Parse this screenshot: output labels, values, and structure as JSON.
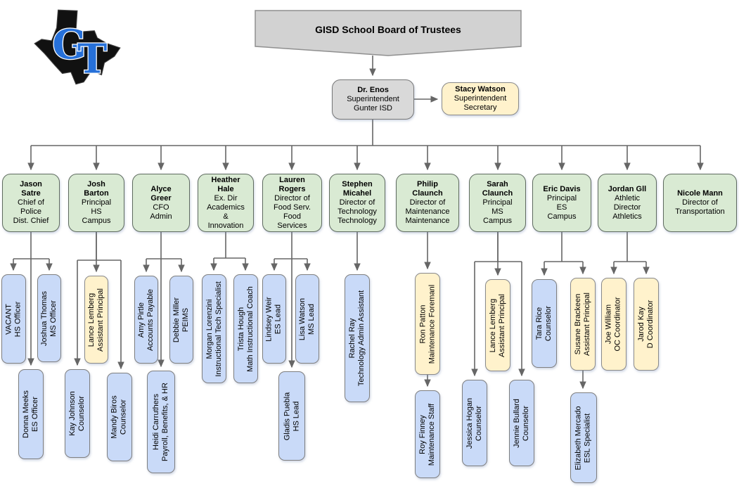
{
  "banner": {
    "title": "GISD School Board of Trustees"
  },
  "logo": {
    "name": "Gunter ISD GT Texas logo",
    "letter_g": "G",
    "letter_t": "T",
    "blue": "#2670d9"
  },
  "palette": {
    "director_fill": "#d9ead3",
    "staff_fill": "#c9daf8",
    "highlight_fill": "#fff2cc",
    "executive_fill": "#d9d9d9",
    "banner_fill": "#d2d2d2",
    "line": "#666666"
  },
  "superintendent": {
    "name": "Dr. Enos",
    "role": "Superintendent\nGunter ISD"
  },
  "secretary": {
    "name": "Stacy Watson",
    "role": "Superintendent\nSecretary"
  },
  "directors": [
    {
      "name": "Jason Satre",
      "role": "Chief of\nPolice\nDist. Chief"
    },
    {
      "name": "Josh Barton",
      "role": "Principal\nHS\nCampus"
    },
    {
      "name": "Alyce Greer",
      "role": "CFO\nAdmin"
    },
    {
      "name": "Heather Hale",
      "role": "Ex. Dir\nAcademics\n&\nInnovation"
    },
    {
      "name": "Lauren Rogers",
      "role": "Director of\nFood Serv.\nFood\nServices"
    },
    {
      "name": "Stephen Micahel",
      "role": "Director of\nTechnology\nTechnology"
    },
    {
      "name": "Philip Claunch",
      "role": "Director of\nMaintenance\nMaintenance"
    },
    {
      "name": "Sarah Claunch",
      "role": "Principal\nMS\nCampus"
    },
    {
      "name": "Eric Davis",
      "role": "Principal\nES\nCampus"
    },
    {
      "name": "Jordan Gll",
      "role": "Athletic\nDirector\nAthletics"
    },
    {
      "name": "Nicole Mann",
      "role": "Director of\nTransportation"
    }
  ],
  "staff": [
    {
      "name": "VACANT",
      "role": "HS Officer",
      "color": "blue"
    },
    {
      "name": "Joshua Thomas",
      "role": "MS Officer",
      "color": "blue"
    },
    {
      "name": "Donna Meeks",
      "role": "ES Officer",
      "color": "blue"
    },
    {
      "name": "Lance Lemberg",
      "role": "Assistant Principal",
      "color": "yellow"
    },
    {
      "name": "Kay Johnson",
      "role": "Counselor",
      "color": "blue"
    },
    {
      "name": "Mandy Biros",
      "role": "Counselor",
      "color": "blue"
    },
    {
      "name": "Amy Pirtle",
      "role": "Accounts Payable",
      "color": "blue"
    },
    {
      "name": "Debbie Miller",
      "role": "PEIMS",
      "color": "blue"
    },
    {
      "name": "Heidi Carruthers",
      "role": "Payroll, Benefits, & HR",
      "color": "blue"
    },
    {
      "name": "Morgan Lorenzini",
      "role": "Instructional Tech Specialist",
      "color": "blue"
    },
    {
      "name": "Trista Hough",
      "role": "Math Instructional Coach",
      "color": "blue"
    },
    {
      "name": "Lindsey Weir",
      "role": "ES Lead",
      "color": "blue"
    },
    {
      "name": "Lisa Watson",
      "role": "MS Lead",
      "color": "blue"
    },
    {
      "name": "Gladis Puebla",
      "role": "HS Lead",
      "color": "blue"
    },
    {
      "name": "Rachel Ray",
      "role": "Technology Admin Assistant",
      "color": "blue"
    },
    {
      "name": "Ron Patton",
      "role": "Maintenance Foremanl",
      "color": "yellow"
    },
    {
      "name": "Roy Finney",
      "role": "Maintenance Staff",
      "color": "blue"
    },
    {
      "name": "Lance Lemberg",
      "role": "Assistant Principal",
      "color": "yellow"
    },
    {
      "name": "Jessica Hogan",
      "role": "Counselor",
      "color": "blue"
    },
    {
      "name": "Jennie Bullard",
      "role": "Counselor",
      "color": "blue"
    },
    {
      "name": "Tara Rice",
      "role": "Counselor",
      "color": "blue"
    },
    {
      "name": "Susane Brackeen",
      "role": "Assistant Principal",
      "color": "yellow"
    },
    {
      "name": "Elizabeth Mercado",
      "role": "ESL Specialist",
      "color": "blue"
    },
    {
      "name": "Joe William",
      "role": "OC Coordinator",
      "color": "yellow"
    },
    {
      "name": "Jarod Kay",
      "role": "D Coordinator",
      "color": "yellow"
    }
  ]
}
